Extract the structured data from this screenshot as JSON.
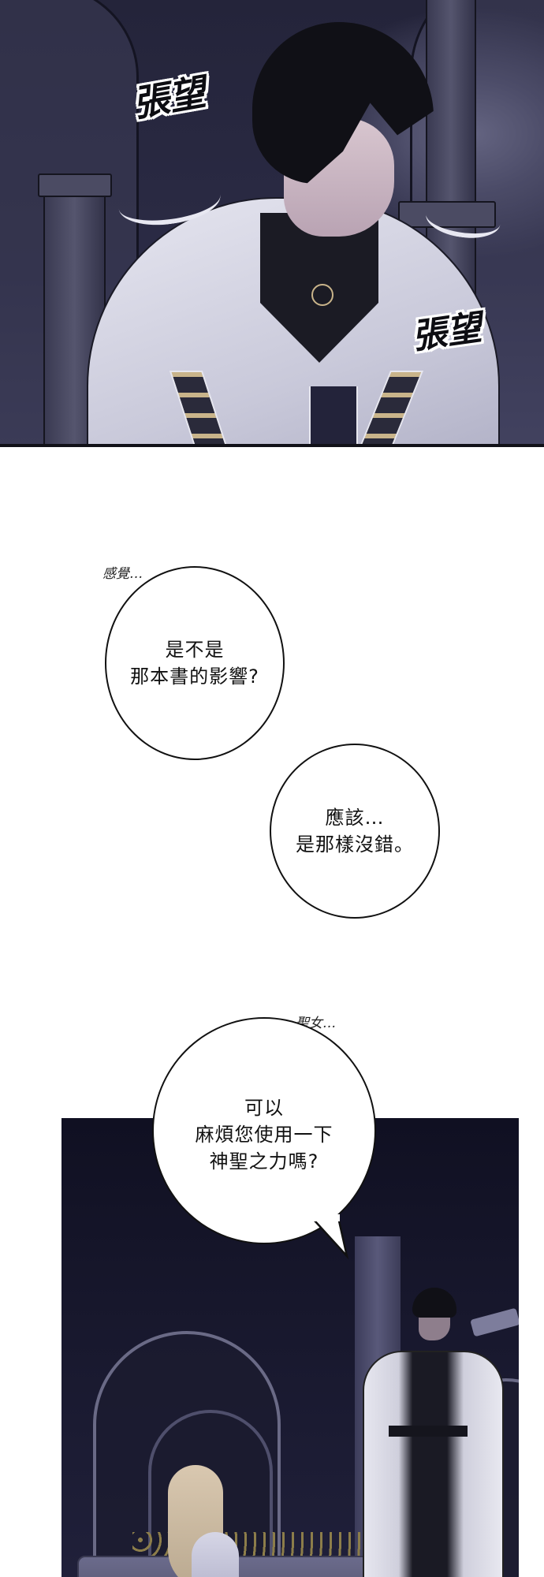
{
  "page": {
    "type": "webtoon-strip",
    "background": "#ffffff"
  },
  "panels": [
    {
      "id": "panel-top",
      "description": "Dark-haired priest in white cape with black and gold trim glancing sideways in a dim gothic hall",
      "sfx": [
        {
          "text": "張望",
          "position": "upper-left"
        },
        {
          "text": "張望",
          "position": "right"
        }
      ],
      "colors": {
        "background": "#2b2b45",
        "cape": "#d9d9e6",
        "trim_gold": "#c9b48a",
        "hair": "#101016"
      }
    },
    {
      "id": "panel-bottom",
      "description": "Blonde saintess seated on a sofa in an arched hall while the priest stands beside her near a pillar",
      "colors": {
        "background": "#17172c",
        "robe": "#e6e6ef",
        "hair_blonde": "#d9c8b0"
      }
    }
  ],
  "dialogue": [
    {
      "id": "bubble-1",
      "aside": "感覺…",
      "lines": [
        "是不是",
        "那本書的影響?"
      ]
    },
    {
      "id": "bubble-2",
      "aside": "",
      "lines": [
        "應該…",
        "是那樣沒錯。"
      ]
    },
    {
      "id": "bubble-3",
      "aside": "聖女…",
      "lines": [
        "可以",
        "麻煩您使用一下",
        "神聖之力嗎?"
      ]
    }
  ]
}
